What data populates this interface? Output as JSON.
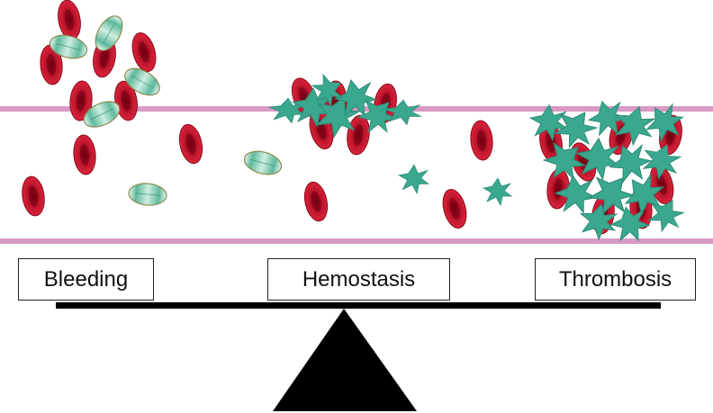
{
  "labels": {
    "bleeding": "Bleeding",
    "hemostasis": "Hemostasis",
    "thrombosis": "Thrombosis"
  },
  "colors": {
    "vessel_wall": "#d79bc2",
    "red_blood_cell": "#c0142c",
    "platelet": "#3aa88f",
    "resting_platelet": "#6fc4aa",
    "balance_beam": "#000000",
    "fulcrum": "#000000"
  }
}
